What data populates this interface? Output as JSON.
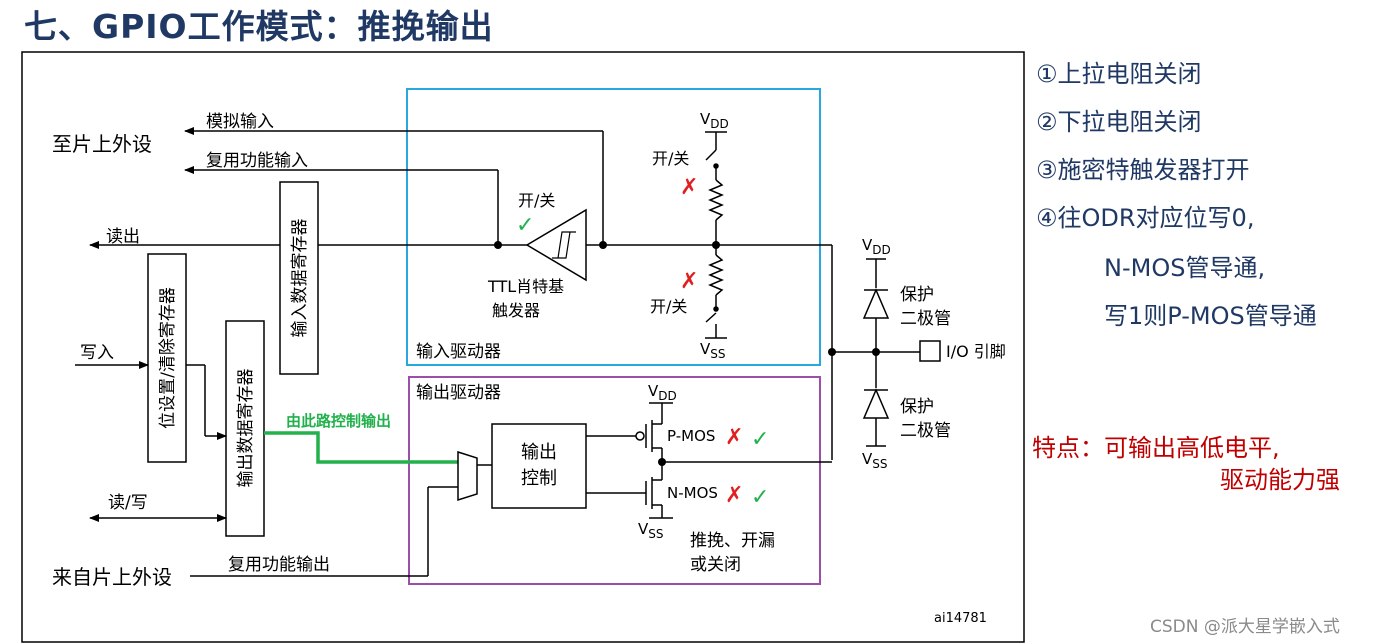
{
  "title": "七、GPIO工作模式：推挽输出",
  "diagram": {
    "to_peripheral": "至片上外设",
    "analog_input": "模拟输入",
    "alt_func_input": "复用功能输入",
    "read_out": "读出",
    "input_data_register": "输入数据寄存器",
    "bit_set_reset_register": "位设置/清除寄存器",
    "write_in": "写入",
    "output_data_register": "输出数据寄存器",
    "read_write": "读/写",
    "from_peripheral": "来自片上外设",
    "alt_func_output": "复用功能输出",
    "input_driver": "输入驱动器",
    "output_driver": "输出驱动器",
    "switch_label": "开/关",
    "ttl_schmitt_line1": "TTL肖特基",
    "ttl_schmitt_line2": "触发器",
    "vdd": "V",
    "vdd_sub": "DD",
    "vss": "V",
    "vss_sub": "SS",
    "protect_line1": "保护",
    "protect_line2": "二极管",
    "io_pin": "I/O 引脚",
    "output_control_line1": "输出",
    "output_control_line2": "控制",
    "pmos": "P-MOS",
    "nmos": "N-MOS",
    "mode_line1": "推挽、开漏",
    "mode_line2": "或关闭",
    "green_path_label": "由此路控制输出",
    "figure_id": "ai14781",
    "check_mark": "✓",
    "cross_mark": "✗"
  },
  "notes": [
    "①上拉电阻关闭",
    "②下拉电阻关闭",
    "③施密特触发器打开",
    "④往ODR对应位写0,",
    "N-MOS管导通,",
    "写1则P-MOS管导通"
  ],
  "feature_line1": "特点：可输出高低电平,",
  "feature_line2": "驱动能力强",
  "watermark": "CSDN @派大星学嵌入式",
  "colors": {
    "title": "#1f3864",
    "input_driver_border": "#29a8e0",
    "output_driver_border": "#9b4fa8",
    "green_path": "#22b14c",
    "check": "#22b14c",
    "cross": "#e02020",
    "feature_text": "#c00000"
  }
}
